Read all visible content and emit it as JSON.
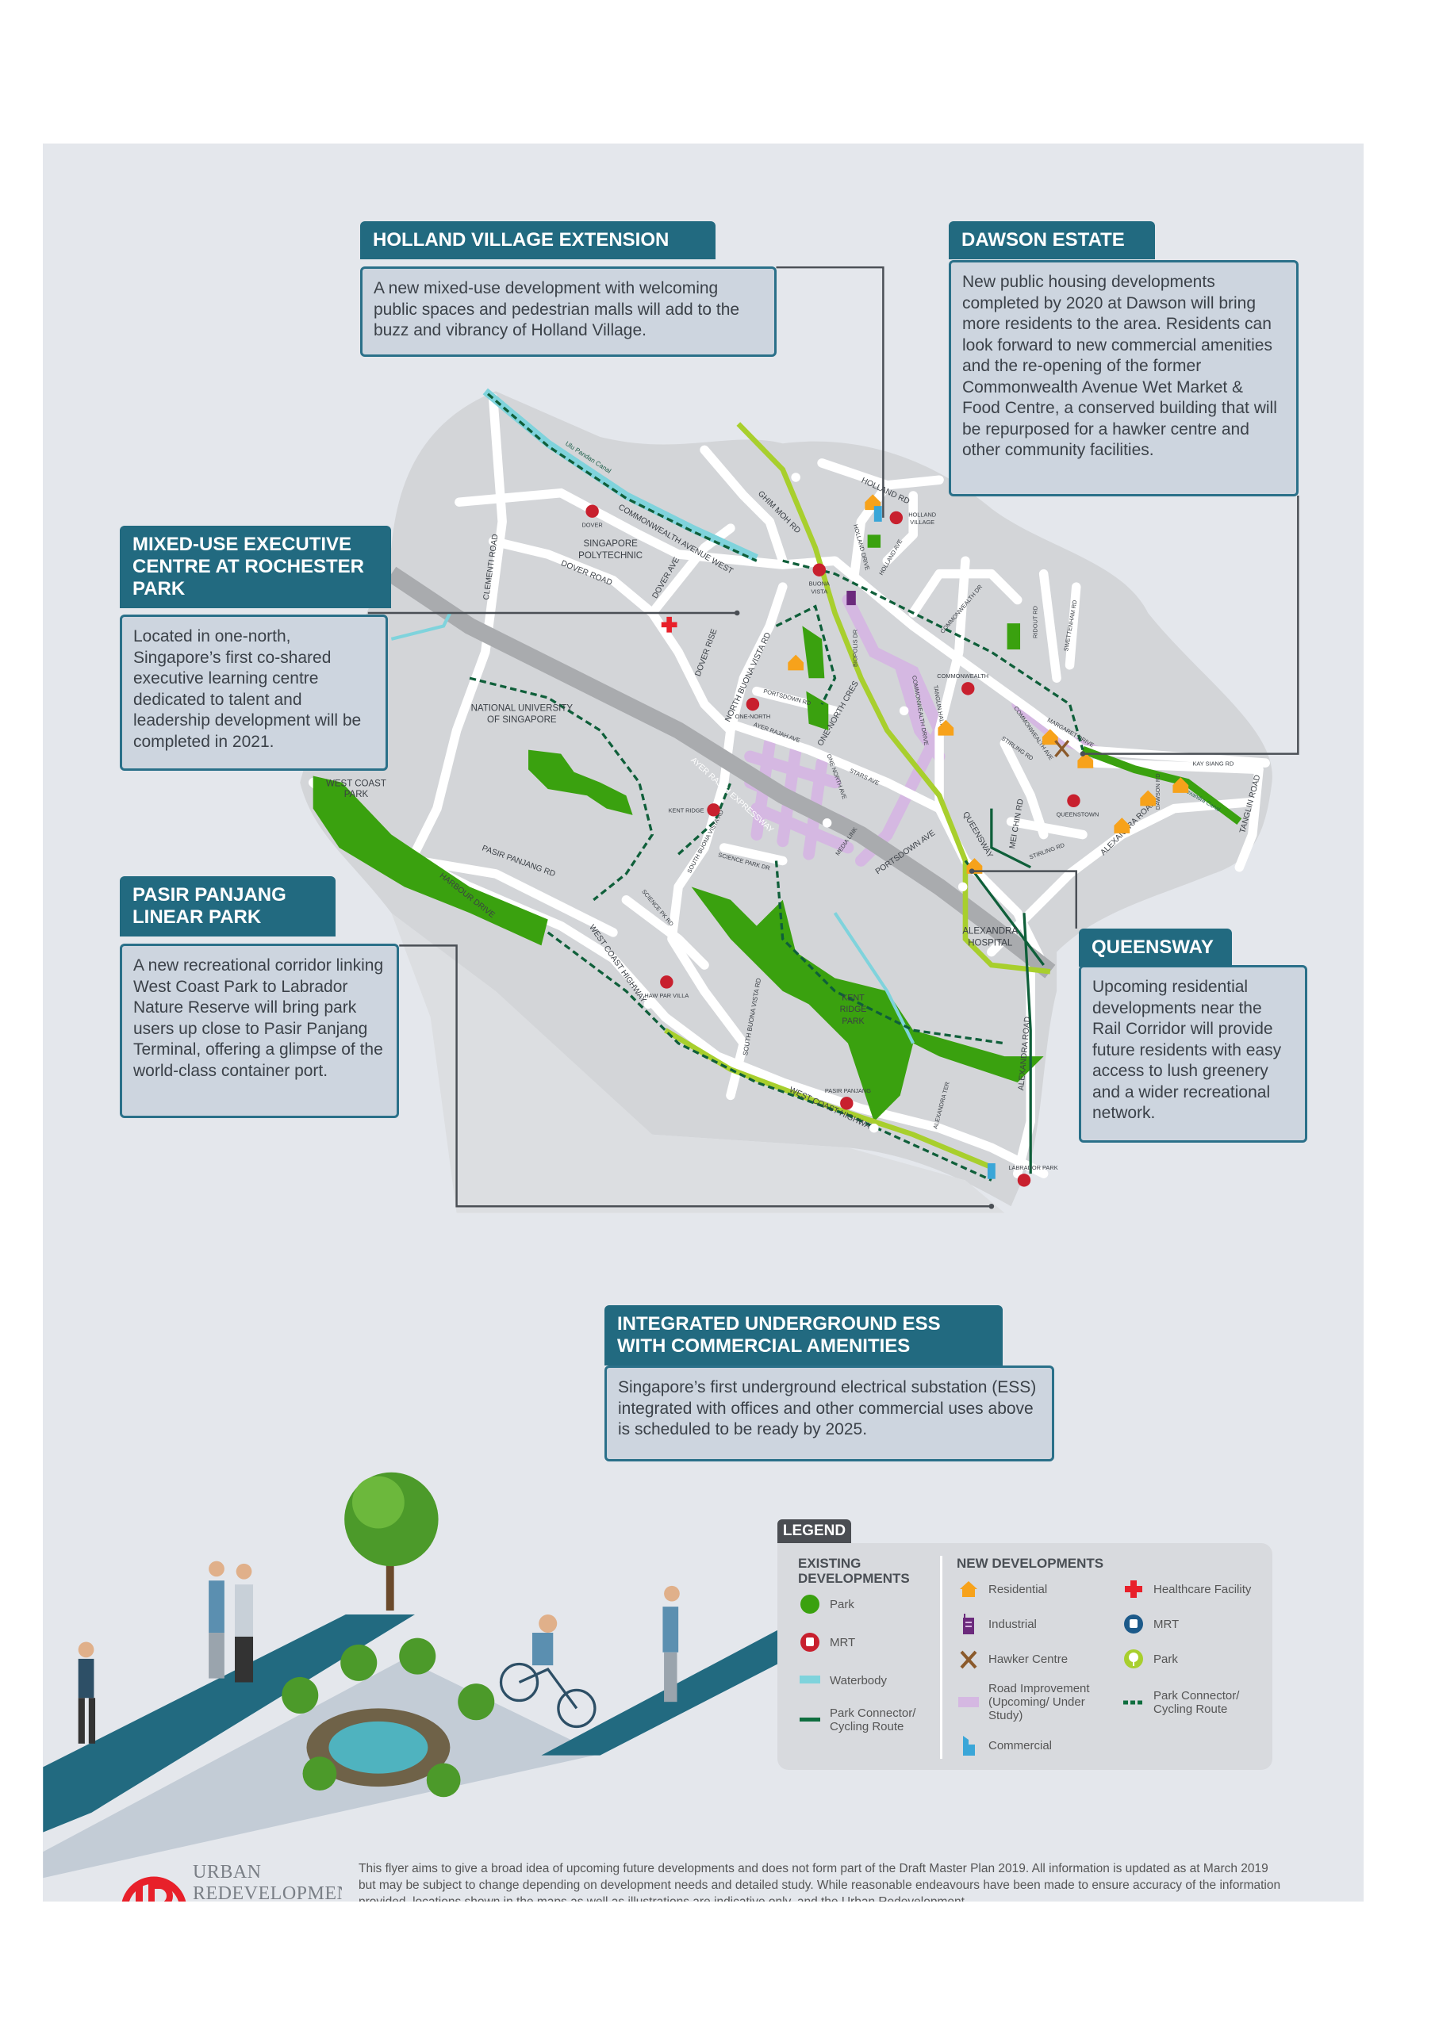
{
  "callouts": {
    "holland": {
      "title": "HOLLAND VILLAGE EXTENSION",
      "body": "A new mixed-use development with welcoming public spaces and pedestrian malls will add to the buzz and vibrancy of Holland Village."
    },
    "dawson": {
      "title": "DAWSON ESTATE",
      "body": "New public housing developments completed by 2020 at Dawson will bring more residents to the area. Residents can look forward to new commercial amenities and the re-opening of the former Commonwealth Avenue Wet Market & Food Centre, a conserved building that will be repurposed for a hawker centre and other community facilities."
    },
    "rochester": {
      "title": "MIXED-USE EXECUTIVE CENTRE AT ROCHESTER PARK",
      "body": "Located in one-north, Singapore’s first co-shared executive learning centre dedicated to talent and leadership development will be completed in 2021."
    },
    "pasir": {
      "title": "PASIR PANJANG LINEAR PARK",
      "body": "A new recreational corridor linking West Coast Park to Labrador Nature Reserve will bring park users up close to Pasir Panjang Terminal, offering a glimpse of the world-class container port."
    },
    "queensway": {
      "title": "QUEENSWAY",
      "body": "Upcoming residential developments near the Rail Corridor will provide future residents with easy access to lush greenery and a wider recreational network."
    },
    "ess": {
      "title": "INTEGRATED UNDERGROUND ESS WITH COMMERCIAL AMENITIES",
      "body": "Singapore’s first underground electrical substation (ESS) integrated with offices and other commercial uses above is scheduled to be ready by 2025."
    }
  },
  "map": {
    "labels": [
      "Ulu Pandan Canal",
      "DOVER",
      "COMMONWEALTH AVENUE WEST",
      "SINGAPORE",
      "POLYTECHNIC",
      "DOVER ROAD",
      "CLEMENTI ROAD",
      "DOVER AVE",
      "GHIM MOH RD",
      "HOLLAND RD",
      "HOLLAND",
      "VILLAGE",
      "HOLLAND DRIVE",
      "HOLLAND AVE",
      "BUONA",
      "VISTA",
      "DOVER RISE",
      "NORTH BUONA VISTA RD",
      "BIOPOLIS DR",
      "PORTSDOWN RD",
      "ONE-NORTH",
      "AYER RAJAH AVE",
      "ONE-NORTH CRES",
      "NATIONAL UNIVERSITY",
      "OF SINGAPORE",
      "AYER RAJAH EXPRESSWAY",
      "KENT RIDGE",
      "ONE NORTH AVE",
      "STARS AVE",
      "MEDIA LINK",
      "WEST COAST",
      "PARK",
      "PASIR PANJANG RD",
      "HARBOUR DRIVE",
      "SOUTH BUONA VISTA RD",
      "SCIENCE PARK DR",
      "SCIENCE PK RD",
      "WEST COAST HIGHWAY",
      "HAW PAR VILLA",
      "SOUTH BUONA VISTA RD",
      "KENT",
      "RIDGE",
      "PARK",
      "PASIR PANJANG",
      "WEST COAST HIGHWAY",
      "ALEXANDRA TER",
      "ALEXANDRA ROAD",
      "LABRADOR PARK",
      "COMMONWEALTH DR",
      "RIDOUT RD",
      "SWETTENHAM RD",
      "COMMONWEALTH",
      "COMMONWEALTH DRIVE",
      "TANGLIN HALT RD",
      "COMMONWEALTH AVE",
      "STIRLING RD",
      "MARGARET DRIVE",
      "KAY SIANG RD",
      "DAWSON RD",
      "Alexandra Canal",
      "TANGLIN ROAD",
      "QUEENSTOWN",
      "MEI CHIN RD",
      "QUEENSWAY",
      "STIRLING RD",
      "ALEXANDRA ROAD",
      "PORTSDOWN AVE",
      "ALEXANDRA",
      "HOSPITAL"
    ],
    "colors": {
      "park": "#3aa10f",
      "new_park": "#a8cf2d",
      "road_improvement": "#d5b8e2",
      "waterbody": "#7fd3dc",
      "connector": "#0f5f3a",
      "mrt_existing": "#c8202e",
      "residential": "#f7a21b",
      "industrial": "#6b2a7c",
      "healthcare": "#e8202a",
      "commercial": "#3aa6d8",
      "hawker": "#8b5a2b",
      "callout_header": "#226a80"
    }
  },
  "legend": {
    "tab": "LEGEND",
    "existing": {
      "title": "EXISTING DEVELOPMENTS",
      "items": [
        {
          "label": "Park",
          "icon": "park-circle-icon"
        },
        {
          "label": "MRT",
          "icon": "mrt-red-icon"
        },
        {
          "label": "Waterbody",
          "icon": "waterbody-swatch-icon"
        },
        {
          "label": "Park Connector/ Cycling Route",
          "icon": "solid-line-icon"
        }
      ]
    },
    "new": {
      "title": "NEW DEVELOPMENTS",
      "items": [
        {
          "label": "Residential",
          "icon": "house-icon"
        },
        {
          "label": "Healthcare Facility",
          "icon": "red-cross-icon"
        },
        {
          "label": "Industrial",
          "icon": "industrial-building-icon"
        },
        {
          "label": "MRT",
          "icon": "mrt-blue-icon"
        },
        {
          "label": "Hawker Centre",
          "icon": "fork-knife-icon"
        },
        {
          "label": "Park",
          "icon": "tree-icon"
        },
        {
          "label": "Road Improvement (Upcoming/ Under Study)",
          "icon": "lilac-swatch-icon"
        },
        {
          "label": "Park Connector/ Cycling Route",
          "icon": "dashed-line-icon"
        },
        {
          "label": "Commercial",
          "icon": "commercial-building-icon"
        }
      ]
    }
  },
  "footer": {
    "logo_line1": "URBAN",
    "logo_line2": "REDEVELOPMENT",
    "disclaimer": "This flyer aims to give a broad idea of upcoming future developments and does not form part of the Draft Master Plan 2019. All information is updated as at March 2019 but may be subject to change depending on development needs and detailed study. While reasonable endeavours have been made to ensure accuracy of the information provided, locations shown in the maps as well as illustrations are indicative only, and the Urban Redevelopment"
  }
}
